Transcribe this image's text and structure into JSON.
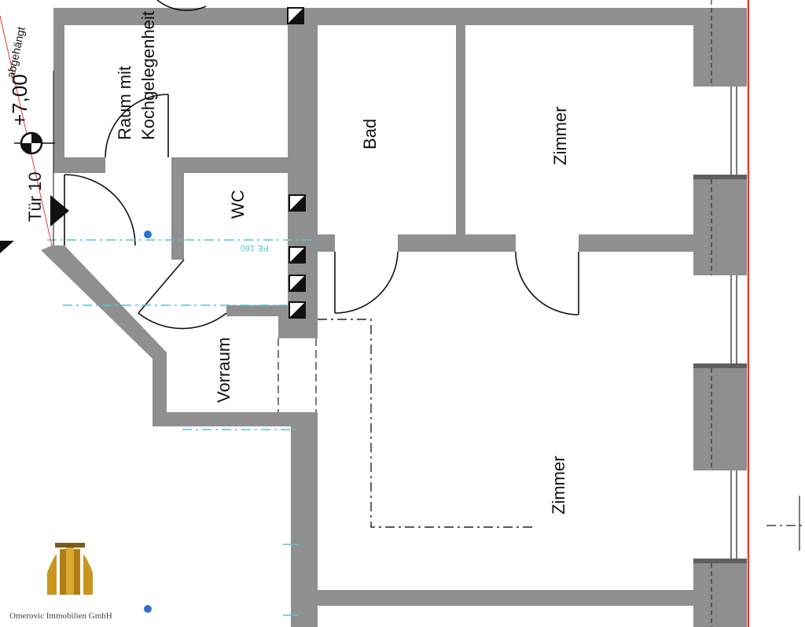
{
  "rooms": {
    "kitchen": "Raum mit Kochgelegenheit",
    "kitchen_line1": "Raum mit",
    "kitchen_line2": "Kochgelegenheit",
    "bath": "Bad",
    "room_top": "Zimmer",
    "wc": "WC",
    "hall": "Vorraum",
    "room_main": "Zimmer"
  },
  "annotations": {
    "door": "Tür 10",
    "level": "+7,00",
    "edge_note": "abgehängt",
    "pipe": "PE 160"
  },
  "logo": {
    "company": "Omerovic Immobilien GmbH"
  },
  "colors": {
    "wall": "#8f8f8f",
    "window": "#a9a9a9",
    "dashline": "#4dc7d6",
    "boundary": "#e8392f",
    "marker": "#2f6fd0",
    "logo_gold": "#c9951e"
  }
}
